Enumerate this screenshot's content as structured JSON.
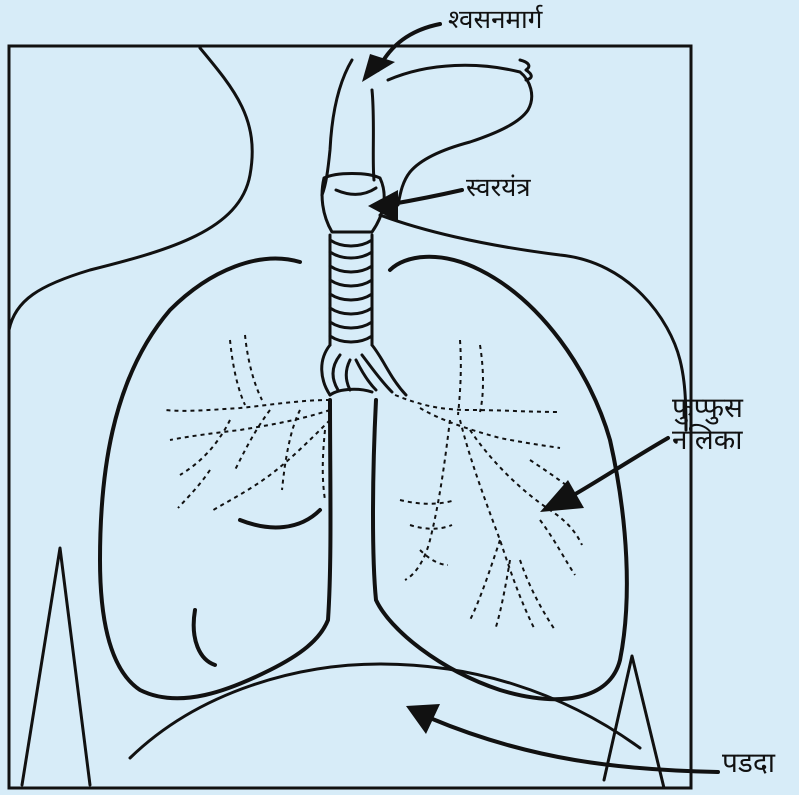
{
  "labels": {
    "windpipe": "श्वसनमार्ग",
    "larynx": "स्वरयंत्र",
    "bronchi_line1": "फुप्फुस",
    "bronchi_line2": "नलिका",
    "diaphragm": "पडदा"
  },
  "colors": {
    "background": "#d7ecf8",
    "stroke": "#111111",
    "arrow": "#111111"
  }
}
